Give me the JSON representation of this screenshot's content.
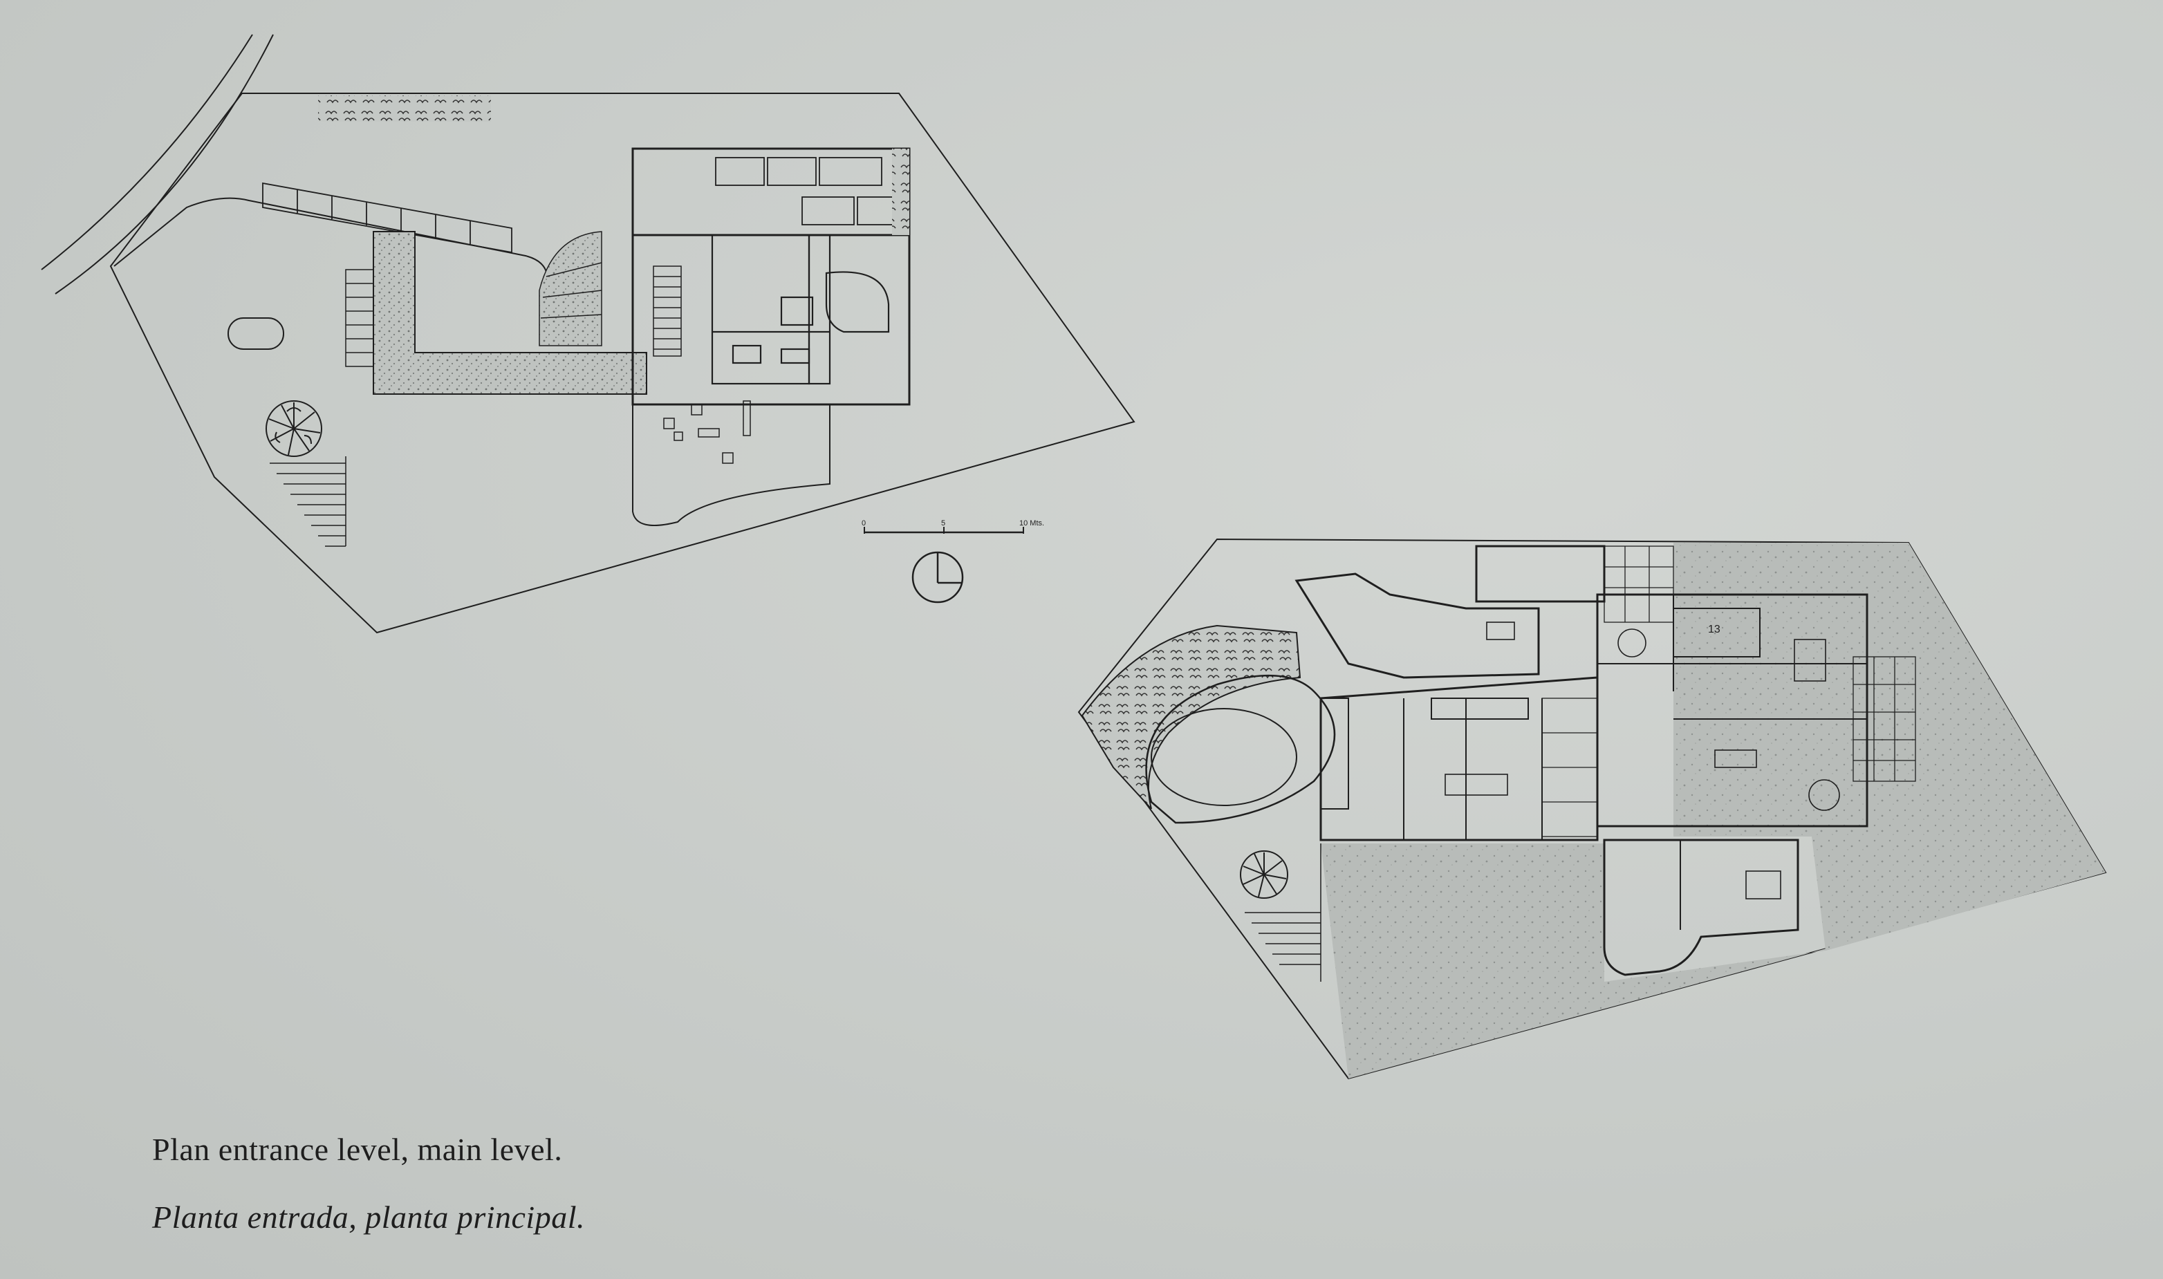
{
  "caption": {
    "english": "Plan entrance level, main level.",
    "spanish": "Planta entrada, planta principal."
  },
  "scale_bar": {
    "labels": [
      "0",
      "5",
      "10 Mts."
    ]
  },
  "room_labels": {
    "kitchen_number": "13"
  },
  "colors": {
    "paper": "#c9cdcb",
    "ink": "#1f1f1f",
    "hatch": "#a9adab",
    "garden": "#b7bbb8"
  },
  "icons": [
    "north-arrow-icon",
    "tree-icon"
  ]
}
